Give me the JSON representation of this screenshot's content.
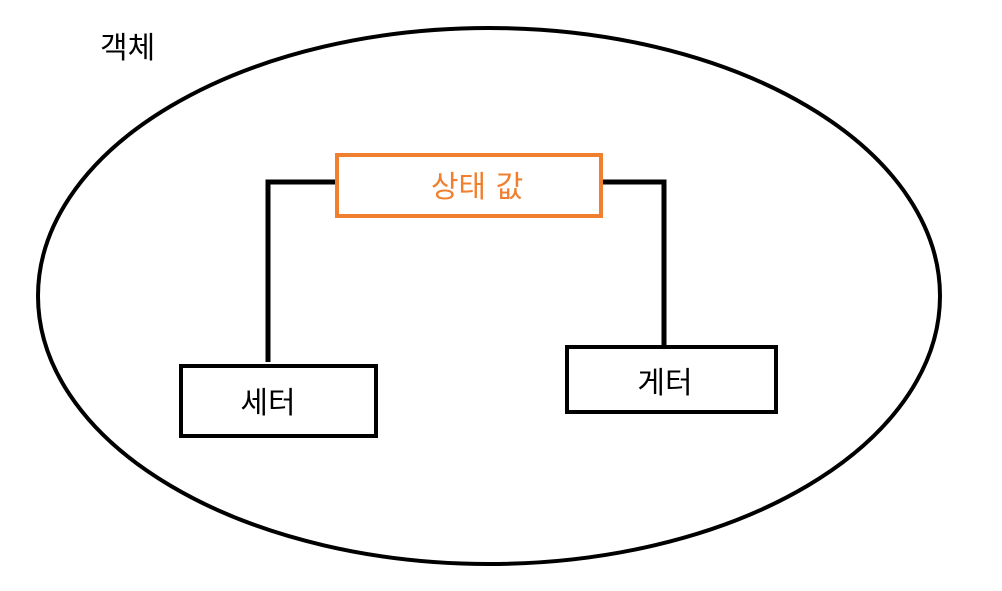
{
  "object": {
    "label": "객체"
  },
  "state": {
    "label": "상태 값",
    "color": "#f08030"
  },
  "setter": {
    "label": "세터"
  },
  "getter": {
    "label": "게터"
  },
  "colors": {
    "stroke": "#000000",
    "background": "#ffffff"
  }
}
